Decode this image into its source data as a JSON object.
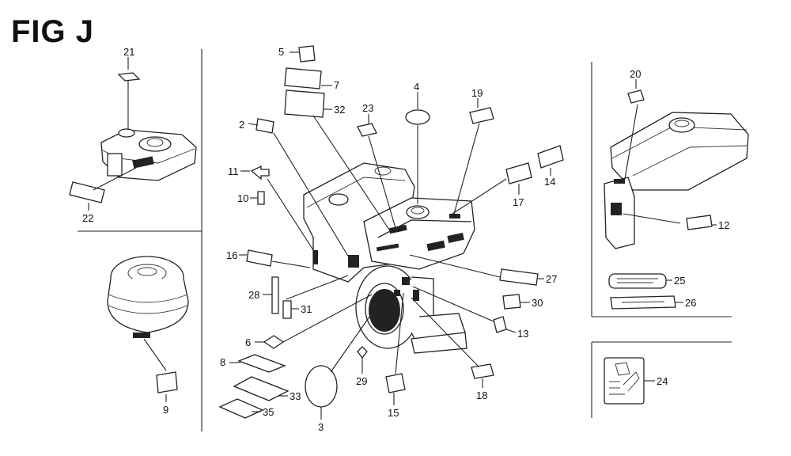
{
  "title": "FIG J",
  "callouts": [
    {
      "n": "21"
    },
    {
      "n": "22"
    },
    {
      "n": "9"
    },
    {
      "n": "5"
    },
    {
      "n": "7"
    },
    {
      "n": "32"
    },
    {
      "n": "2"
    },
    {
      "n": "4"
    },
    {
      "n": "19"
    },
    {
      "n": "23"
    },
    {
      "n": "11"
    },
    {
      "n": "10"
    },
    {
      "n": "16"
    },
    {
      "n": "28"
    },
    {
      "n": "31"
    },
    {
      "n": "6"
    },
    {
      "n": "8"
    },
    {
      "n": "33"
    },
    {
      "n": "35"
    },
    {
      "n": "3"
    },
    {
      "n": "29"
    },
    {
      "n": "15"
    },
    {
      "n": "18"
    },
    {
      "n": "13"
    },
    {
      "n": "30"
    },
    {
      "n": "27"
    },
    {
      "n": "17"
    },
    {
      "n": "14"
    },
    {
      "n": "20"
    },
    {
      "n": "12"
    },
    {
      "n": "25"
    },
    {
      "n": "26"
    },
    {
      "n": "24"
    }
  ]
}
